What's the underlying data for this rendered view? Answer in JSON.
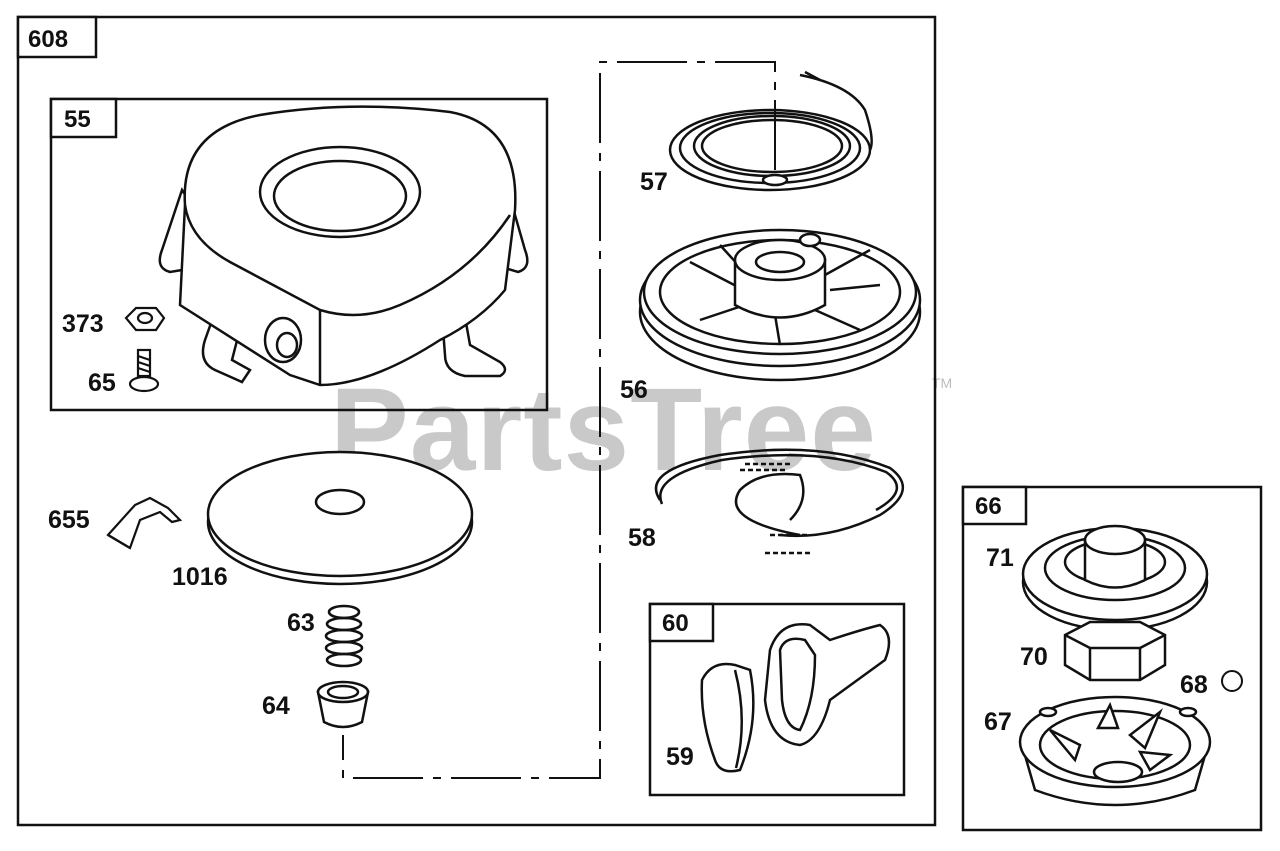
{
  "groups": {
    "main": "608",
    "housing": "55",
    "handle": "60",
    "pulley_kit": "66"
  },
  "parts": {
    "housing_nut": "373",
    "housing_screw": "65",
    "clip": "655",
    "washer": "1016",
    "spring_small": "63",
    "bushing": "64",
    "rewind_spring": "57",
    "pulley": "56",
    "rope": "58",
    "handle_insert": "59",
    "starter_pulley": "71",
    "ratchet": "70",
    "ball": "68",
    "cup": "67"
  },
  "watermark": {
    "text": "PartsTree",
    "mark": "TM"
  }
}
